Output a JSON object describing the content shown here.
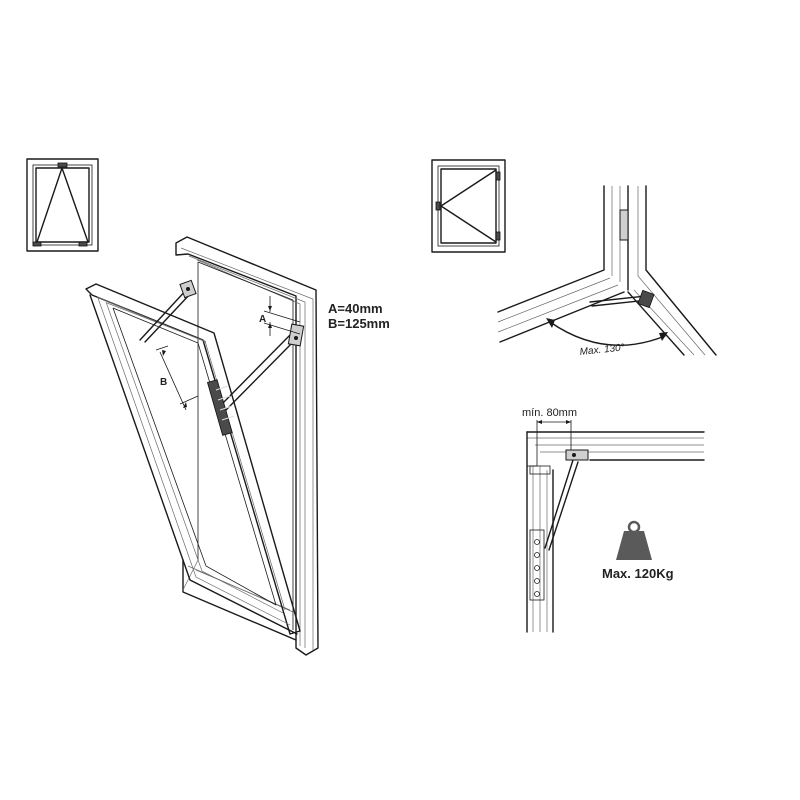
{
  "labels": {
    "dimension_a": "A=40mm",
    "dimension_b": "B=125mm",
    "marker_a": "A",
    "marker_b": "B",
    "max_angle": "Max. 130°",
    "min_distance": "mín. 80mm",
    "max_weight": "Max. 120Kg"
  },
  "icons": {
    "tilt_window": "tilt-window-icon",
    "turn_window": "turn-window-icon",
    "weight": "weight-icon"
  },
  "colors": {
    "line": "#1a1a1a",
    "weight_fill": "#5a5a5a",
    "hardware_fill": "#cfcfcf"
  }
}
